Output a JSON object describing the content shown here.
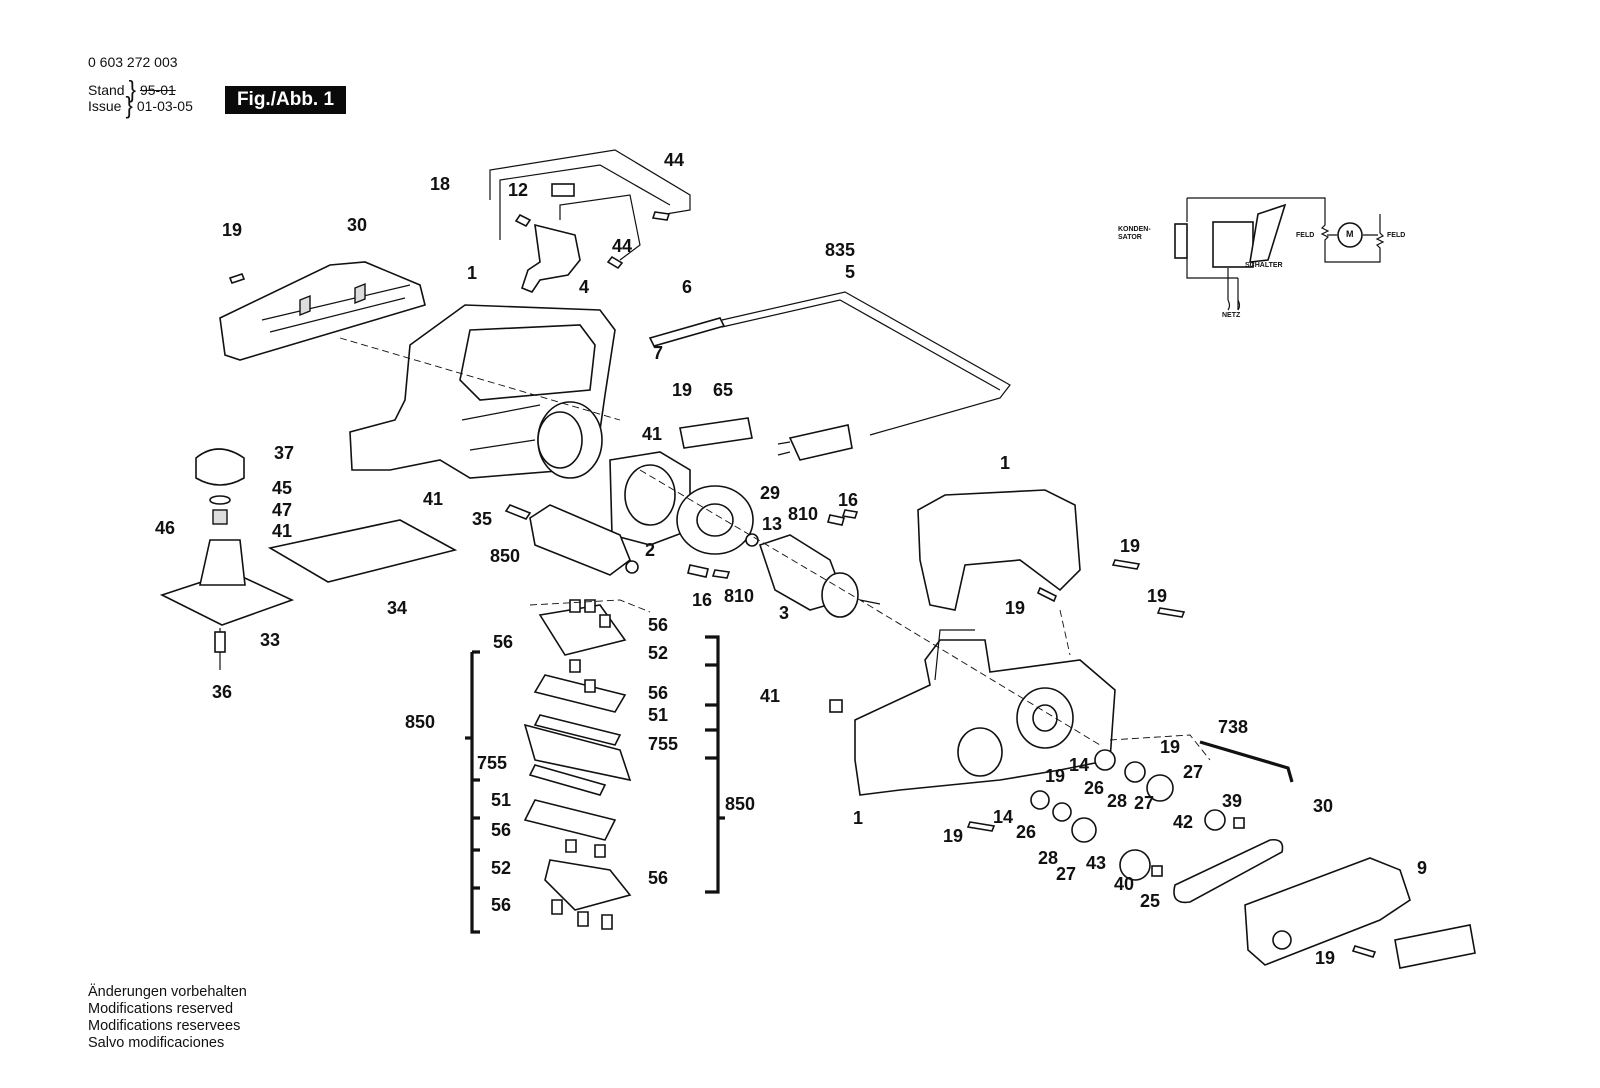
{
  "header": {
    "document_number": "0 603 272 003",
    "stand_label": "Stand",
    "issue_label": "Issue",
    "stand_old_date": "95-01",
    "issue_date": "01-03-05",
    "figure_badge": "Fig./Abb. 1"
  },
  "footer": {
    "lines": [
      "Änderungen vorbehalten",
      "Modifications reserved",
      "Modifications reservees",
      "Salvo modificaciones"
    ]
  },
  "schematic": {
    "capacitor": "KONDEN-\nSATOR",
    "switch": "SCHALTER",
    "field_left": "FELD",
    "field_right": "FELD",
    "motor": "M",
    "mains": "NETZ"
  },
  "part_labels": [
    {
      "id": "p44a",
      "text": "44"
    },
    {
      "id": "p18",
      "text": "18"
    },
    {
      "id": "p12",
      "text": "12"
    },
    {
      "id": "p44b",
      "text": "44"
    },
    {
      "id": "p19a",
      "text": "19"
    },
    {
      "id": "p30a",
      "text": "30"
    },
    {
      "id": "p4",
      "text": "4"
    },
    {
      "id": "p835",
      "text": "835"
    },
    {
      "id": "p5",
      "text": "5"
    },
    {
      "id": "p1a",
      "text": "1"
    },
    {
      "id": "p6",
      "text": "6"
    },
    {
      "id": "p7",
      "text": "7"
    },
    {
      "id": "p19b",
      "text": "19"
    },
    {
      "id": "p65",
      "text": "65"
    },
    {
      "id": "p41a",
      "text": "41"
    },
    {
      "id": "p37",
      "text": "37"
    },
    {
      "id": "p45",
      "text": "45"
    },
    {
      "id": "p47",
      "text": "47"
    },
    {
      "id": "p46",
      "text": "46"
    },
    {
      "id": "p41b",
      "text": "41"
    },
    {
      "id": "p41c",
      "text": "41"
    },
    {
      "id": "p35",
      "text": "35"
    },
    {
      "id": "p29",
      "text": "29"
    },
    {
      "id": "p16a",
      "text": "16"
    },
    {
      "id": "p810a",
      "text": "810"
    },
    {
      "id": "p13",
      "text": "13"
    },
    {
      "id": "p2",
      "text": "2"
    },
    {
      "id": "p850a",
      "text": "850"
    },
    {
      "id": "p34",
      "text": "34"
    },
    {
      "id": "p33",
      "text": "33"
    },
    {
      "id": "p36",
      "text": "36"
    },
    {
      "id": "p16b",
      "text": "16"
    },
    {
      "id": "p810b",
      "text": "810"
    },
    {
      "id": "p3",
      "text": "3"
    },
    {
      "id": "p1b",
      "text": "1"
    },
    {
      "id": "p19c",
      "text": "19"
    },
    {
      "id": "p19d",
      "text": "19"
    },
    {
      "id": "p19e",
      "text": "19"
    },
    {
      "id": "p56a",
      "text": "56"
    },
    {
      "id": "p56b",
      "text": "56"
    },
    {
      "id": "p52a",
      "text": "52"
    },
    {
      "id": "p56c",
      "text": "56"
    },
    {
      "id": "p51a",
      "text": "51"
    },
    {
      "id": "p850b",
      "text": "850"
    },
    {
      "id": "p755a",
      "text": "755"
    },
    {
      "id": "p755b",
      "text": "755"
    },
    {
      "id": "p51b",
      "text": "51"
    },
    {
      "id": "p56d",
      "text": "56"
    },
    {
      "id": "p52b",
      "text": "52"
    },
    {
      "id": "p56e",
      "text": "56"
    },
    {
      "id": "p56f",
      "text": "56"
    },
    {
      "id": "p850c",
      "text": "850"
    },
    {
      "id": "p41d",
      "text": "41"
    },
    {
      "id": "p738",
      "text": "738"
    },
    {
      "id": "p19f",
      "text": "19"
    },
    {
      "id": "p14a",
      "text": "14"
    },
    {
      "id": "p26a",
      "text": "26"
    },
    {
      "id": "p27a",
      "text": "27"
    },
    {
      "id": "p19g",
      "text": "19"
    },
    {
      "id": "p14b",
      "text": "14"
    },
    {
      "id": "p26b",
      "text": "26"
    },
    {
      "id": "p28a",
      "text": "28"
    },
    {
      "id": "p27b",
      "text": "27"
    },
    {
      "id": "p42",
      "text": "42"
    },
    {
      "id": "p39",
      "text": "39"
    },
    {
      "id": "p30b",
      "text": "30"
    },
    {
      "id": "p1c",
      "text": "1"
    },
    {
      "id": "p19h",
      "text": "19"
    },
    {
      "id": "p28b",
      "text": "28"
    },
    {
      "id": "p27c",
      "text": "27"
    },
    {
      "id": "p43",
      "text": "43"
    },
    {
      "id": "p40",
      "text": "40"
    },
    {
      "id": "p25",
      "text": "25"
    },
    {
      "id": "p9",
      "text": "9"
    },
    {
      "id": "p19i",
      "text": "19"
    }
  ]
}
